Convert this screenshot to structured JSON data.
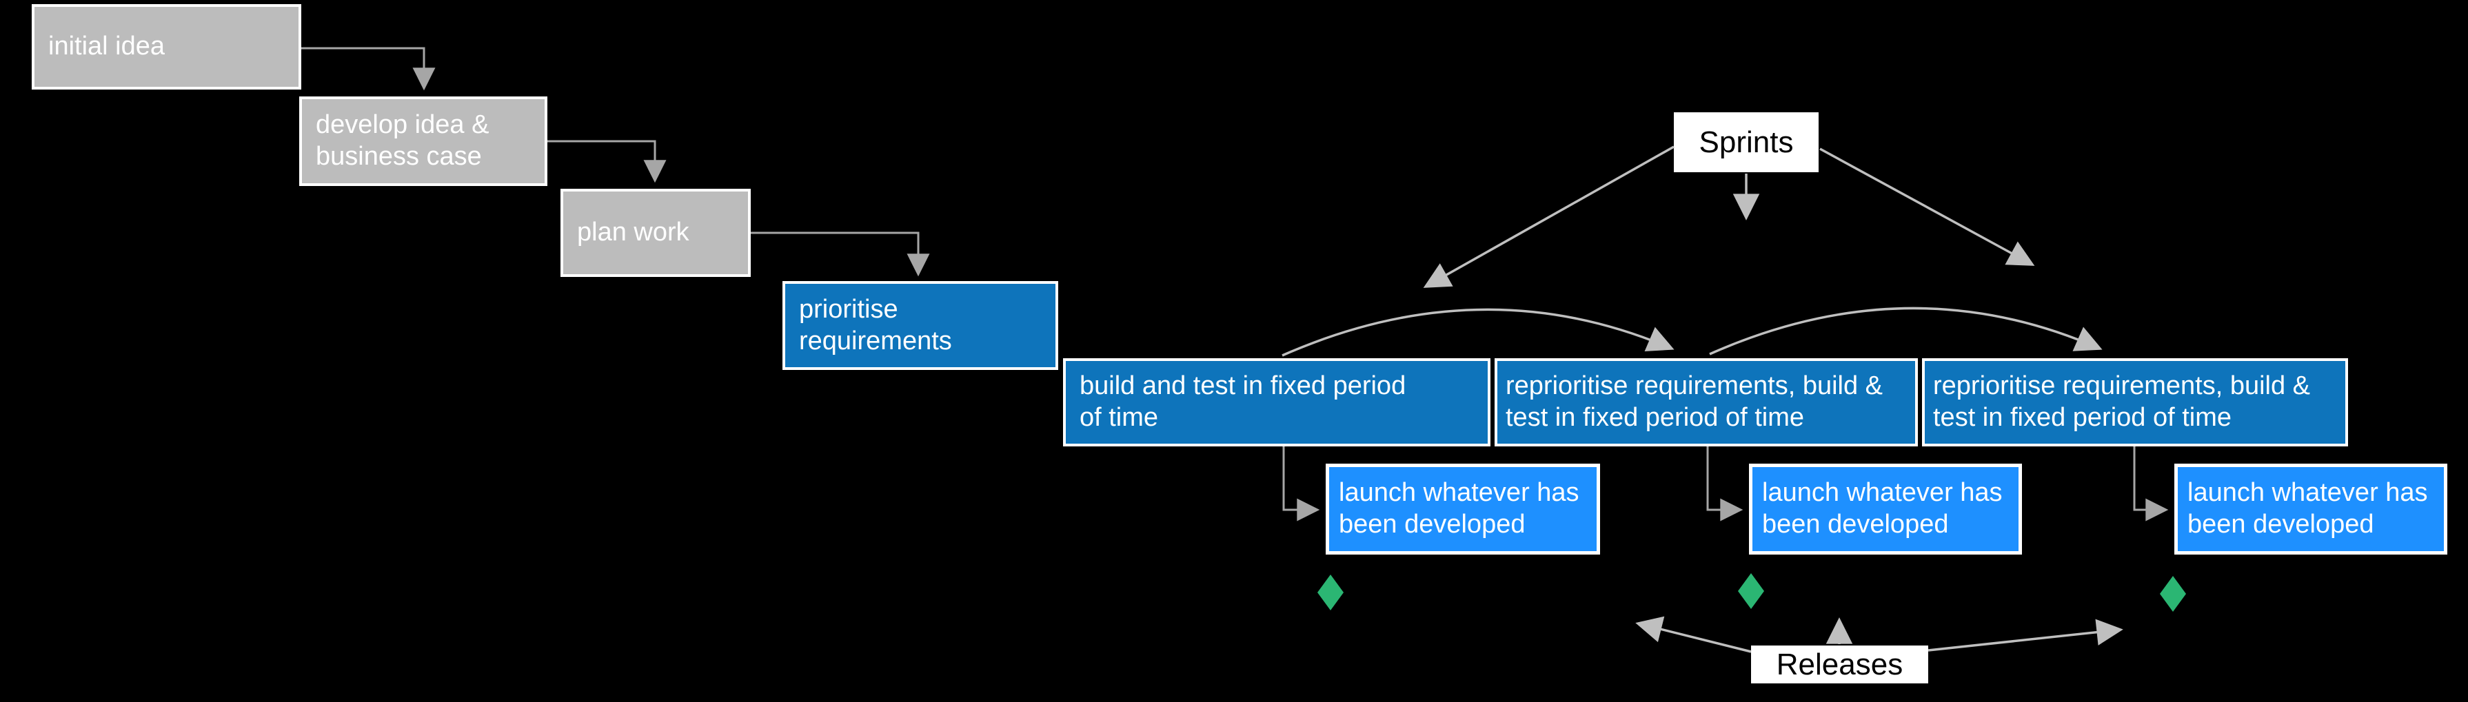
{
  "diagram_title": "waterfall to agile sprint process flow",
  "colors": {
    "background": "#000000",
    "gray_box": "#bcbcbc",
    "dark_blue_box": "#0e74bb",
    "bright_blue_box": "#1e90ff",
    "milestone_green": "#2bb673",
    "connector_gray": "#a6a6a6",
    "flow_gray": "#bfbfbf",
    "box_text": "#ffffff",
    "label_bg": "#ffffff",
    "label_text": "#000000"
  },
  "boxes": {
    "initial": {
      "label": "initial idea"
    },
    "develop": {
      "label": "develop idea &\nbusiness case"
    },
    "plan": {
      "label": "plan work"
    },
    "prioritise": {
      "label": "prioritise\nrequirements"
    },
    "build": {
      "label": "build and test in fixed period\nof time"
    },
    "reprioritise": {
      "label": "reprioritise requirements, build &\ntest in fixed period  of time"
    },
    "launch": {
      "label": "launch whatever has\nbeen developed"
    }
  },
  "labels": {
    "sprints": "Sprints",
    "releases": "Releases"
  },
  "milestones": {
    "shape": "diamond",
    "count": 3
  }
}
